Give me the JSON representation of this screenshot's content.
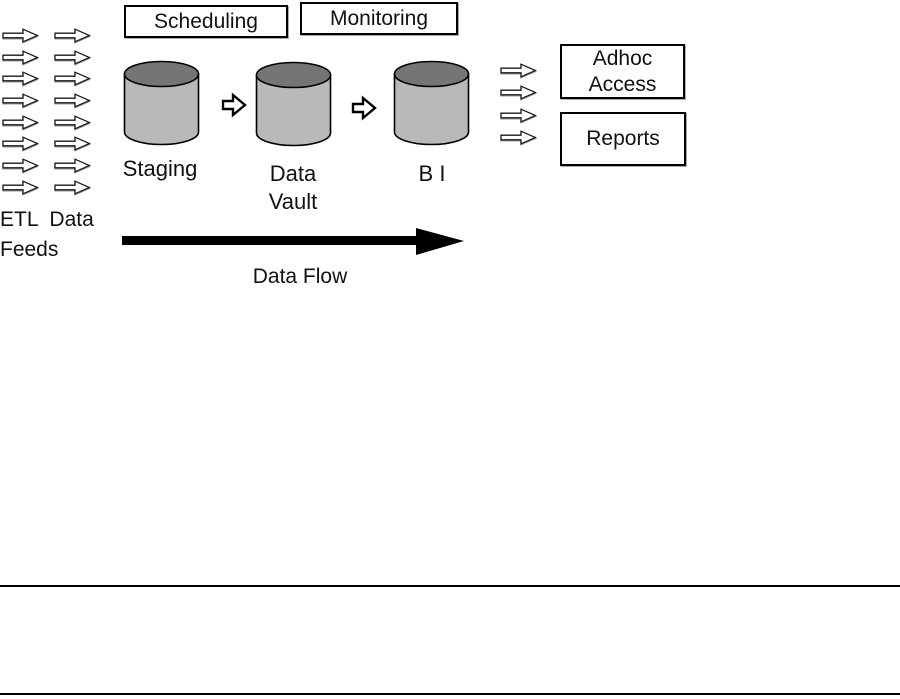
{
  "top_boxes": {
    "scheduling": {
      "label": "Scheduling"
    },
    "monitoring": {
      "label": "Monitoring"
    }
  },
  "cylinders": [
    {
      "label": "Staging"
    },
    {
      "label_line1": "Data",
      "label_line2": "Vault"
    },
    {
      "label": "B I"
    }
  ],
  "right_boxes": {
    "adhoc": {
      "label_line1": "Adhoc",
      "label_line2": "Access"
    },
    "reports": {
      "label": "Reports"
    }
  },
  "etl_feeds": {
    "label_line1": "ETL  Data",
    "label_line2": "Feeds",
    "left_columns": 2,
    "rows_per_column": 8,
    "output_arrow_count": 4
  },
  "flow": {
    "label": "Data Flow"
  },
  "colors": {
    "background": "#ffffff",
    "cylinder_body": "#b9b9b9",
    "cylinder_top": "#757575",
    "outline": "#000000"
  }
}
